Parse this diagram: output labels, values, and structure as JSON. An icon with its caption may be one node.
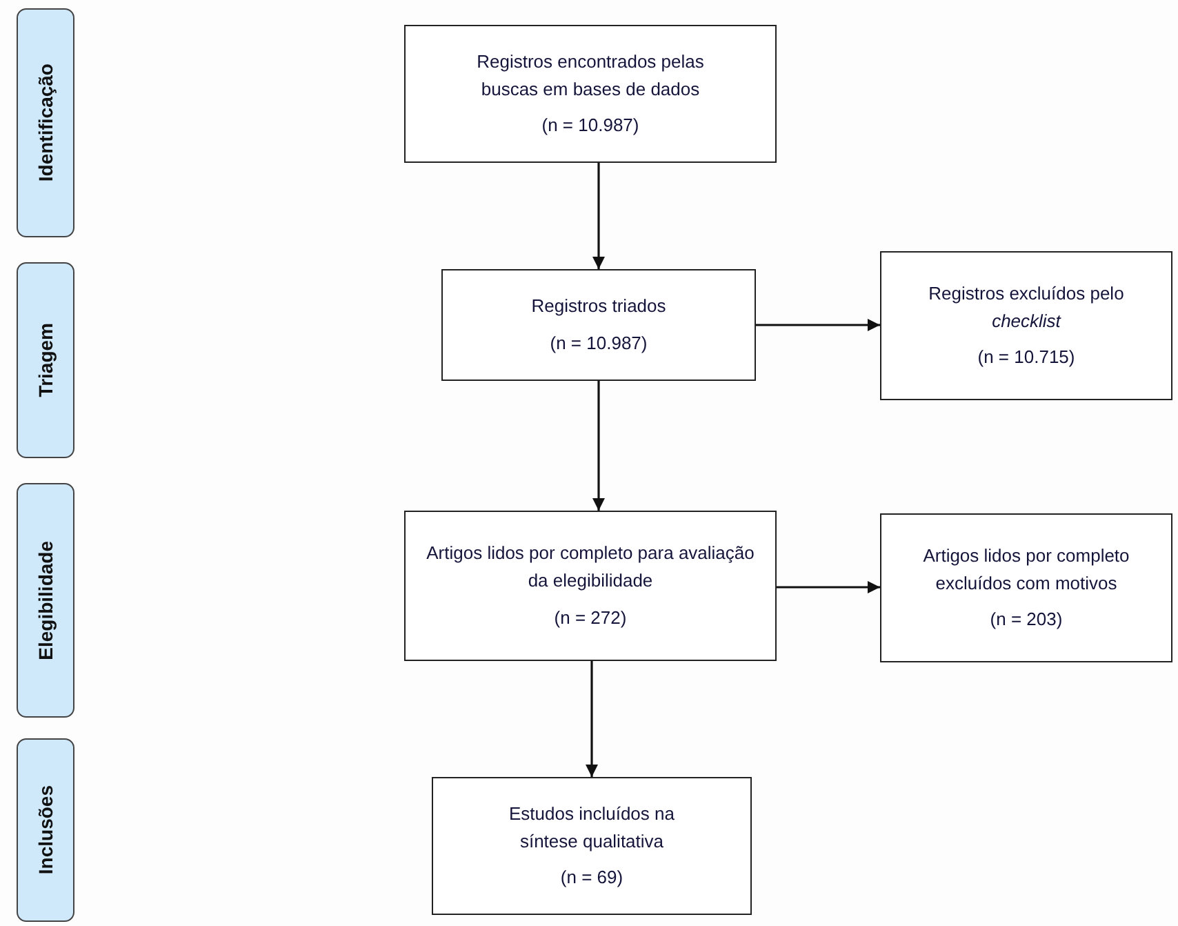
{
  "diagram": {
    "nodes": [
      {
        "text": [
          "Identificação"
        ]
      },
      {
        "text": [
          "Triagem"
        ]
      },
      {
        "text": [
          "Elegibilidade"
        ]
      },
      {
        "text": [
          "Inclusões"
        ]
      },
      {
        "text": [
          "Registros encontrados pelas buscas em bases de dados",
          "(n = 10.987)"
        ]
      },
      {
        "text": [
          "Registros triados",
          "(n = 10.987)"
        ]
      },
      {
        "text": [
          "Registros excluídos pelo *checklist*",
          "(n = 10.715)"
        ]
      },
      {
        "text": [
          "Artigos lidos por completo para avaliação da elegibilidade",
          "(n = 272)"
        ]
      },
      {
        "text": [
          "Artigos lidos por completo excluídos com motivos",
          "(n = 203)"
        ]
      },
      {
        "text": [
          "Estudos incluídos na síntese qualitativa",
          "(n = 69)"
        ]
      }
    ],
    "edges": [
      {
        "from": 4,
        "to": 5,
        "arrow": "to"
      },
      {
        "from": 5,
        "to": 6,
        "arrow": "to"
      },
      {
        "from": 5,
        "to": 7,
        "arrow": "to"
      },
      {
        "from": 7,
        "to": 8,
        "arrow": "to"
      },
      {
        "from": 7,
        "to": 9,
        "arrow": "to"
      }
    ]
  }
}
